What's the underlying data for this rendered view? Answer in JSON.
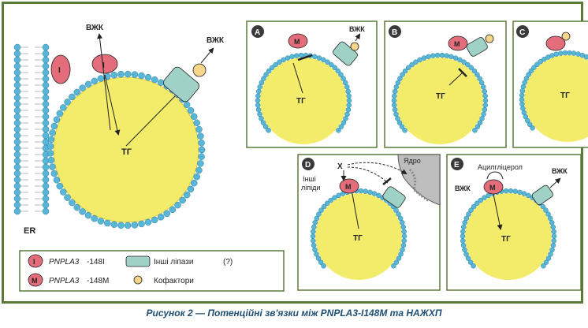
{
  "labels": {
    "vzhk": "ВЖК",
    "tg": "ТГ",
    "er": "ER",
    "i": "I",
    "m": "M",
    "x": "X",
    "nucleus": "Ядро",
    "other_lipids_1": "Інші",
    "other_lipids_2": "ліпіди",
    "acylglycerol": "Ацилгліцерол"
  },
  "panels": {
    "a": "A",
    "b": "B",
    "c": "C",
    "d": "D",
    "e": "E"
  },
  "legend": {
    "i148_italic": "PNPLA3",
    "i148_suffix": "-148I",
    "m148_italic": "PNPLA3",
    "m148_suffix": "-148M",
    "other_lipases": "Інші ліпази",
    "question": "(?)",
    "cofactors": "Кофактори"
  },
  "caption": "Рисунок 2 — Потенційні зв'язки між PNPLA3-I148M та НАЖХП",
  "colors": {
    "frame": "#5b7a3a",
    "droplet": "#f3ec6a",
    "phospholipid_head": "#58b6d6",
    "enzyme": "#e36d7a",
    "lipase": "#9fd1c6",
    "cofactor": "#f6d78a",
    "caption": "#1f4e72"
  }
}
